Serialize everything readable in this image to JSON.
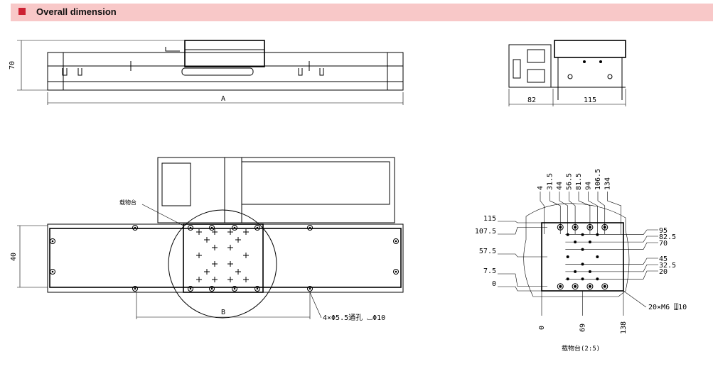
{
  "header": {
    "title": "Overall dimension",
    "accent": "#cc2233",
    "band": "#f8c8c8"
  },
  "front_view": {
    "height_dim": "70",
    "length_dim": "A"
  },
  "side_view": {
    "dim_left": "82",
    "dim_right": "115"
  },
  "top_view": {
    "width_dim": "40",
    "pitch_dim": "B",
    "stage_label": "载物台",
    "hole_note": "4×Φ5.5通孔 ⌴Φ10"
  },
  "detail_view": {
    "title": "载物台(2:5)",
    "thread_note": "20×M6 ⍗10",
    "top_dims": [
      "4",
      "31.5",
      "44",
      "56.5",
      "81.5",
      "94",
      "106.5",
      "134"
    ],
    "left_dims": [
      "115",
      "107.5",
      "57.5",
      "7.5",
      "0"
    ],
    "right_dims": [
      "95",
      "82.5",
      "70",
      "45",
      "32.5",
      "20"
    ],
    "bottom_dims": [
      "0",
      "69",
      "138"
    ]
  }
}
